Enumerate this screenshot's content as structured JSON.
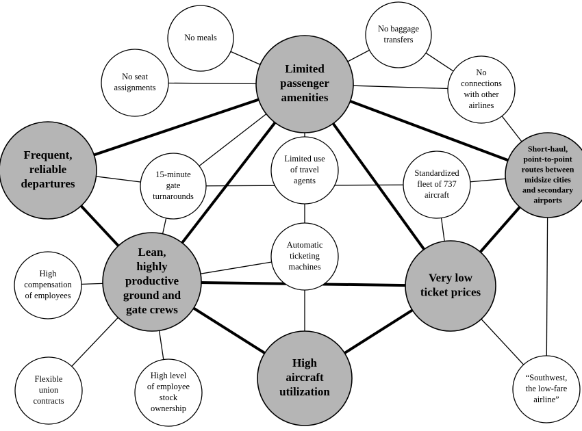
{
  "colors": {
    "major_fill": "#b5b5b5",
    "minor_fill": "#ffffff",
    "stroke": "#000000"
  },
  "nodes": {
    "limited_passenger_amenities": {
      "kind": "major",
      "lines": [
        "Limited",
        "passenger",
        "amenities"
      ]
    },
    "frequent_reliable_departures": {
      "kind": "major",
      "lines": [
        "Frequent,",
        "reliable",
        "departures"
      ]
    },
    "short_haul_routes": {
      "kind": "edge-major",
      "lines": [
        "Short-haul,",
        "point-to-point",
        "routes between",
        "midsize cities",
        "and secondary",
        "airports"
      ]
    },
    "lean_ground_crews": {
      "kind": "major",
      "lines": [
        "Lean,",
        "highly",
        "productive",
        "ground and",
        "gate crews"
      ]
    },
    "very_low_ticket_prices": {
      "kind": "major",
      "lines": [
        "Very low",
        "ticket prices"
      ]
    },
    "high_aircraft_utilization": {
      "kind": "major",
      "lines": [
        "High",
        "aircraft",
        "utilization"
      ]
    },
    "no_meals": {
      "kind": "minor",
      "lines": [
        "No meals"
      ]
    },
    "no_seat_assignments": {
      "kind": "minor",
      "lines": [
        "No seat",
        "assignments"
      ]
    },
    "no_baggage_transfers": {
      "kind": "minor",
      "lines": [
        "No baggage",
        "transfers"
      ]
    },
    "no_connections": {
      "kind": "minor",
      "lines": [
        "No",
        "connections",
        "with other",
        "airlines"
      ]
    },
    "gate_turnarounds": {
      "kind": "minor",
      "lines": [
        "15-minute",
        "gate",
        "turnarounds"
      ]
    },
    "limited_travel_agents": {
      "kind": "minor",
      "lines": [
        "Limited use",
        "of travel",
        "agents"
      ]
    },
    "standardized_fleet": {
      "kind": "minor",
      "lines": [
        "Standardized",
        "fleet of 737",
        "aircraft"
      ]
    },
    "automatic_ticketing": {
      "kind": "minor",
      "lines": [
        "Automatic",
        "ticketing",
        "machines"
      ]
    },
    "high_compensation": {
      "kind": "minor",
      "lines": [
        "High",
        "compensation",
        "of employees"
      ]
    },
    "flexible_union": {
      "kind": "minor",
      "lines": [
        "Flexible",
        "union",
        "contracts"
      ]
    },
    "employee_stock": {
      "kind": "minor",
      "lines": [
        "High level",
        "of employee",
        "stock",
        "ownership"
      ]
    },
    "southwest_slogan": {
      "kind": "minor",
      "lines": [
        "“Southwest,",
        "the low-fare",
        "airline”"
      ]
    }
  },
  "links": {
    "major": [
      [
        "limited_passenger_amenities",
        "frequent_reliable_departures"
      ],
      [
        "limited_passenger_amenities",
        "short_haul_routes"
      ],
      [
        "limited_passenger_amenities",
        "lean_ground_crews"
      ],
      [
        "limited_passenger_amenities",
        "very_low_ticket_prices"
      ],
      [
        "frequent_reliable_departures",
        "lean_ground_crews"
      ],
      [
        "lean_ground_crews",
        "very_low_ticket_prices"
      ],
      [
        "lean_ground_crews",
        "high_aircraft_utilization"
      ],
      [
        "very_low_ticket_prices",
        "high_aircraft_utilization"
      ],
      [
        "very_low_ticket_prices",
        "short_haul_routes"
      ]
    ],
    "minor": [
      [
        "no_meals",
        "limited_passenger_amenities"
      ],
      [
        "no_seat_assignments",
        "limited_passenger_amenities"
      ],
      [
        "no_baggage_transfers",
        "limited_passenger_amenities"
      ],
      [
        "no_baggage_transfers",
        "no_connections"
      ],
      [
        "no_connections",
        "limited_passenger_amenities"
      ],
      [
        "no_connections",
        "short_haul_routes"
      ],
      [
        "gate_turnarounds",
        "frequent_reliable_departures"
      ],
      [
        "gate_turnarounds",
        "limited_passenger_amenities"
      ],
      [
        "gate_turnarounds",
        "lean_ground_crews"
      ],
      [
        "gate_turnarounds",
        "standardized_fleet"
      ],
      [
        "limited_travel_agents",
        "limited_passenger_amenities"
      ],
      [
        "limited_travel_agents",
        "automatic_ticketing"
      ],
      [
        "automatic_ticketing",
        "lean_ground_crews"
      ],
      [
        "automatic_ticketing",
        "high_aircraft_utilization"
      ],
      [
        "standardized_fleet",
        "short_haul_routes"
      ],
      [
        "standardized_fleet",
        "very_low_ticket_prices"
      ],
      [
        "high_compensation",
        "lean_ground_crews"
      ],
      [
        "flexible_union",
        "lean_ground_crews"
      ],
      [
        "employee_stock",
        "lean_ground_crews"
      ],
      [
        "southwest_slogan",
        "very_low_ticket_prices"
      ],
      [
        "southwest_slogan",
        "short_haul_routes"
      ]
    ]
  }
}
